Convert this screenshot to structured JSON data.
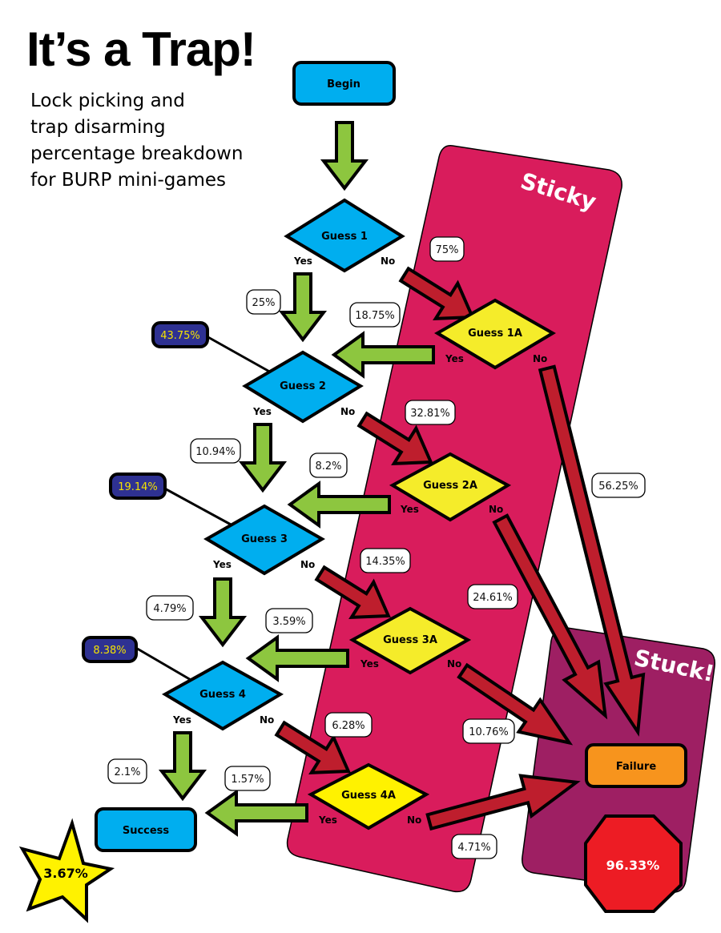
{
  "header": {
    "title": "It’s a Trap!",
    "subtitle_lines": [
      "Lock picking and",
      "trap disarming",
      "percentage breakdown",
      "for BURP mini-games"
    ]
  },
  "bands": {
    "sticky": "Sticky",
    "stuck": "Stuck!"
  },
  "colors": {
    "blue_node": "#00aeef",
    "yellow_node": "#f5ec2a",
    "green_arrow": "#8dc63f",
    "red_arrow": "#be1e2d",
    "sticky_band": "#d91c5c",
    "stuck_band": "#9e1f63",
    "failure_box": "#f7941d",
    "stop_sign": "#ed1c24",
    "star": "#fff200",
    "cumulative_badge": "#2e3192"
  },
  "nodes": {
    "begin": "Begin",
    "guess1": "Guess 1",
    "guess1a": "Guess 1A",
    "guess2": "Guess 2",
    "guess2a": "Guess 2A",
    "guess3": "Guess 3",
    "guess3a": "Guess 3A",
    "guess4": "Guess 4",
    "guess4a": "Guess 4A",
    "success": "Success",
    "failure": "Failure"
  },
  "branch_labels": {
    "yes": "Yes",
    "no": "No"
  },
  "percentages": {
    "g1_yes": "25%",
    "g1_no": "75%",
    "g1a_yes": "18.75%",
    "g1a_no": "56.25%",
    "g2_yes": "10.94%",
    "g2_no": "32.81%",
    "g2a_yes": "8.2%",
    "g2a_no": "24.61%",
    "g3_yes": "4.79%",
    "g3_no": "14.35%",
    "g3a_yes": "3.59%",
    "g3a_no": "10.76%",
    "g4_yes": "2.1%",
    "g4_no": "6.28%",
    "g4a_yes": "1.57%",
    "g4a_no": "4.71%"
  },
  "cumulative": {
    "at_guess2": "43.75%",
    "at_guess3": "19.14%",
    "at_guess4": "8.38%"
  },
  "totals": {
    "success": "3.67%",
    "failure": "96.33%"
  }
}
